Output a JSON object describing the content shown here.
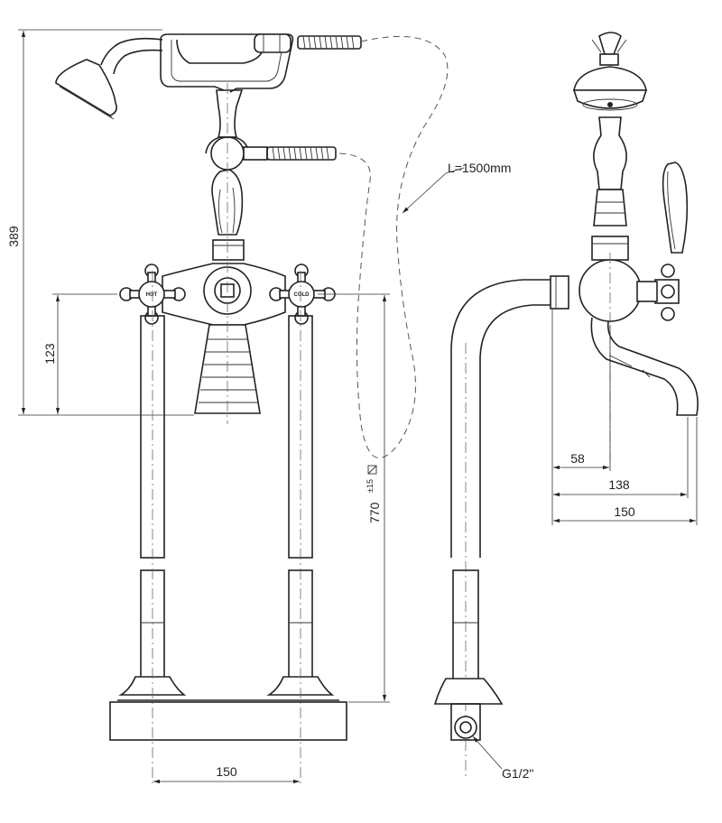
{
  "dimensions": {
    "overall_height": "389",
    "handle_to_spout": "123",
    "body_height": "770",
    "body_tolerance": "±15",
    "spout_58": "58",
    "spout_138": "138",
    "spout_150": "150",
    "pipe_spacing": "150"
  },
  "annotations": {
    "hose_length": "L=1500mm",
    "thread": "G1/2\""
  },
  "handles": {
    "hot": "HOT",
    "cold": "COLD"
  }
}
